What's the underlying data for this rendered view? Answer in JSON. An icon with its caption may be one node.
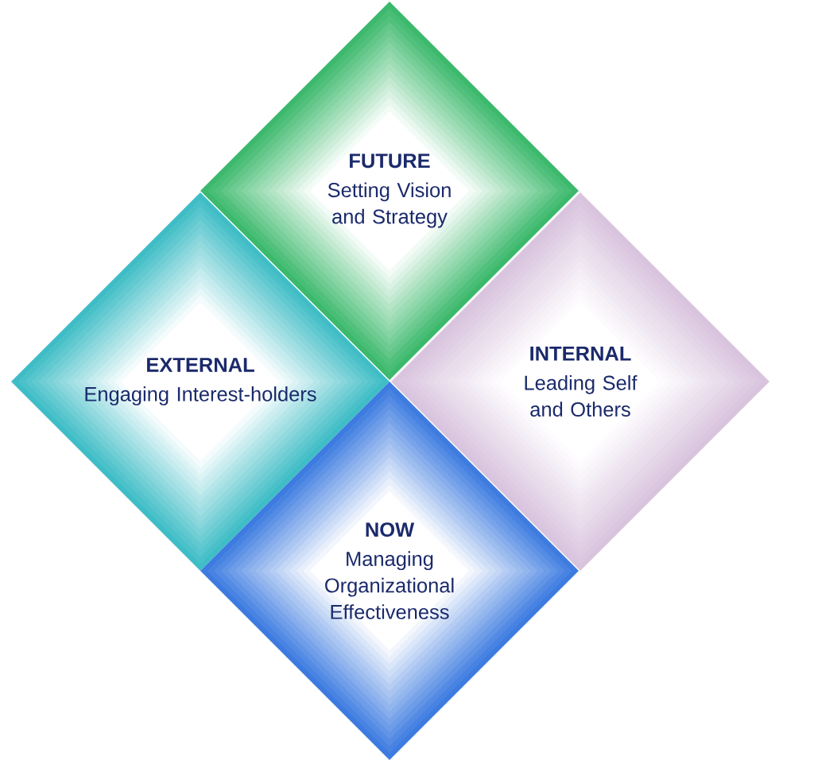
{
  "diagram": {
    "nodes": [
      {
        "text": [
          "FUTURE",
          "Setting Vision and Strategy"
        ]
      },
      {
        "text": [
          "EXTERNAL",
          "Engaging Interest-holders"
        ]
      },
      {
        "text": [
          "INTERNAL",
          "Leading Self and Others"
        ]
      },
      {
        "text": [
          "NOW",
          "Managing Organizational Effectiveness"
        ]
      }
    ]
  }
}
